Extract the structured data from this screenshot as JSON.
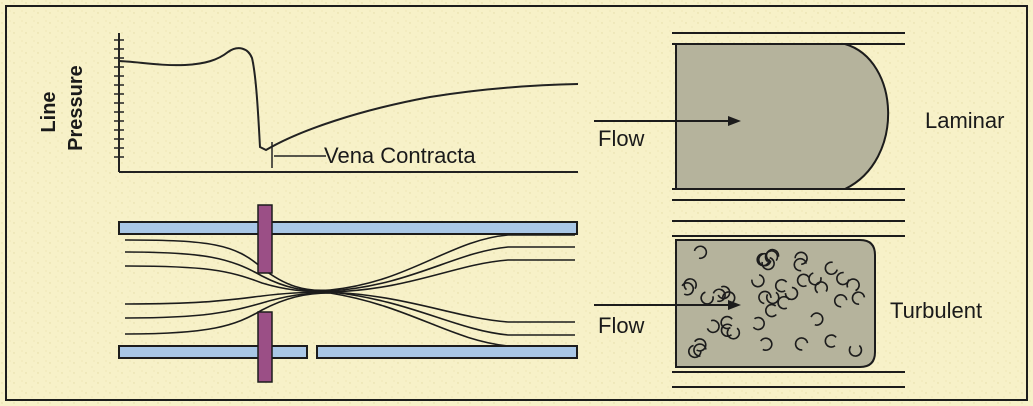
{
  "pressure_plot": {
    "y_label_line1": "Line",
    "y_label_line2": "Pressure",
    "annotation": "Vena Contracta"
  },
  "laminar": {
    "flow_label": "Flow",
    "type_label": "Laminar"
  },
  "turbulent": {
    "flow_label": "Flow",
    "type_label": "Turbulent"
  },
  "colors": {
    "background": "#f7f1c8",
    "frame": "#1c1c1c",
    "pipe_wall": "#a9c7e6",
    "orifice_plate": "#9b4f86",
    "flow_region": "#b5b39c"
  }
}
